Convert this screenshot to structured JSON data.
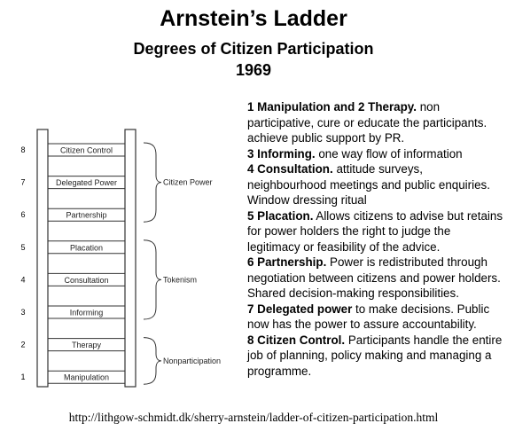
{
  "title": "Arnstein’s Ladder",
  "subtitle": "Degrees of Citizen Participation",
  "year": "1969",
  "ladder": {
    "rungs": [
      {
        "number": "8",
        "label": "Citizen Control"
      },
      {
        "number": "7",
        "label": "Delegated Power"
      },
      {
        "number": "6",
        "label": "Partnership"
      },
      {
        "number": "5",
        "label": "Placation"
      },
      {
        "number": "4",
        "label": "Consultation"
      },
      {
        "number": "3",
        "label": "Informing"
      },
      {
        "number": "2",
        "label": "Therapy"
      },
      {
        "number": "1",
        "label": "Manipulation"
      }
    ],
    "groups": [
      {
        "label": "Citizen Power"
      },
      {
        "label": "Tokenism"
      },
      {
        "label": "Nonparticipation"
      }
    ]
  },
  "descriptions": [
    {
      "bold": "1 Manipulation and 2 Therapy.",
      "text": " non participative, cure or educate the participants. achieve public support by PR."
    },
    {
      "bold": "3 Informing.",
      "text": " one way flow of information"
    },
    {
      "bold": "4 Consultation.",
      "text": " attitude surveys, neighbourhood meetings and public enquiries. Window dressing ritual"
    },
    {
      "bold": "5 Placation.",
      "text": " Allows citizens to advise but retains for power holders the right to judge the legitimacy or feasibility of the advice."
    },
    {
      "bold": "6 Partnership.",
      "text": " Power is redistributed through negotiation between citizens and power holders. Shared decision-making responsibilities."
    },
    {
      "bold": "7 Delegated power",
      "text": " to make decisions. Public now has the power to assure accountability."
    },
    {
      "bold": "8 Citizen Control.",
      "text": " Participants handle the entire job of planning, policy making and managing a programme."
    }
  ],
  "source_url": "http://lithgow-schmidt.dk/sherry-arnstein/ladder-of-citizen-participation.html"
}
